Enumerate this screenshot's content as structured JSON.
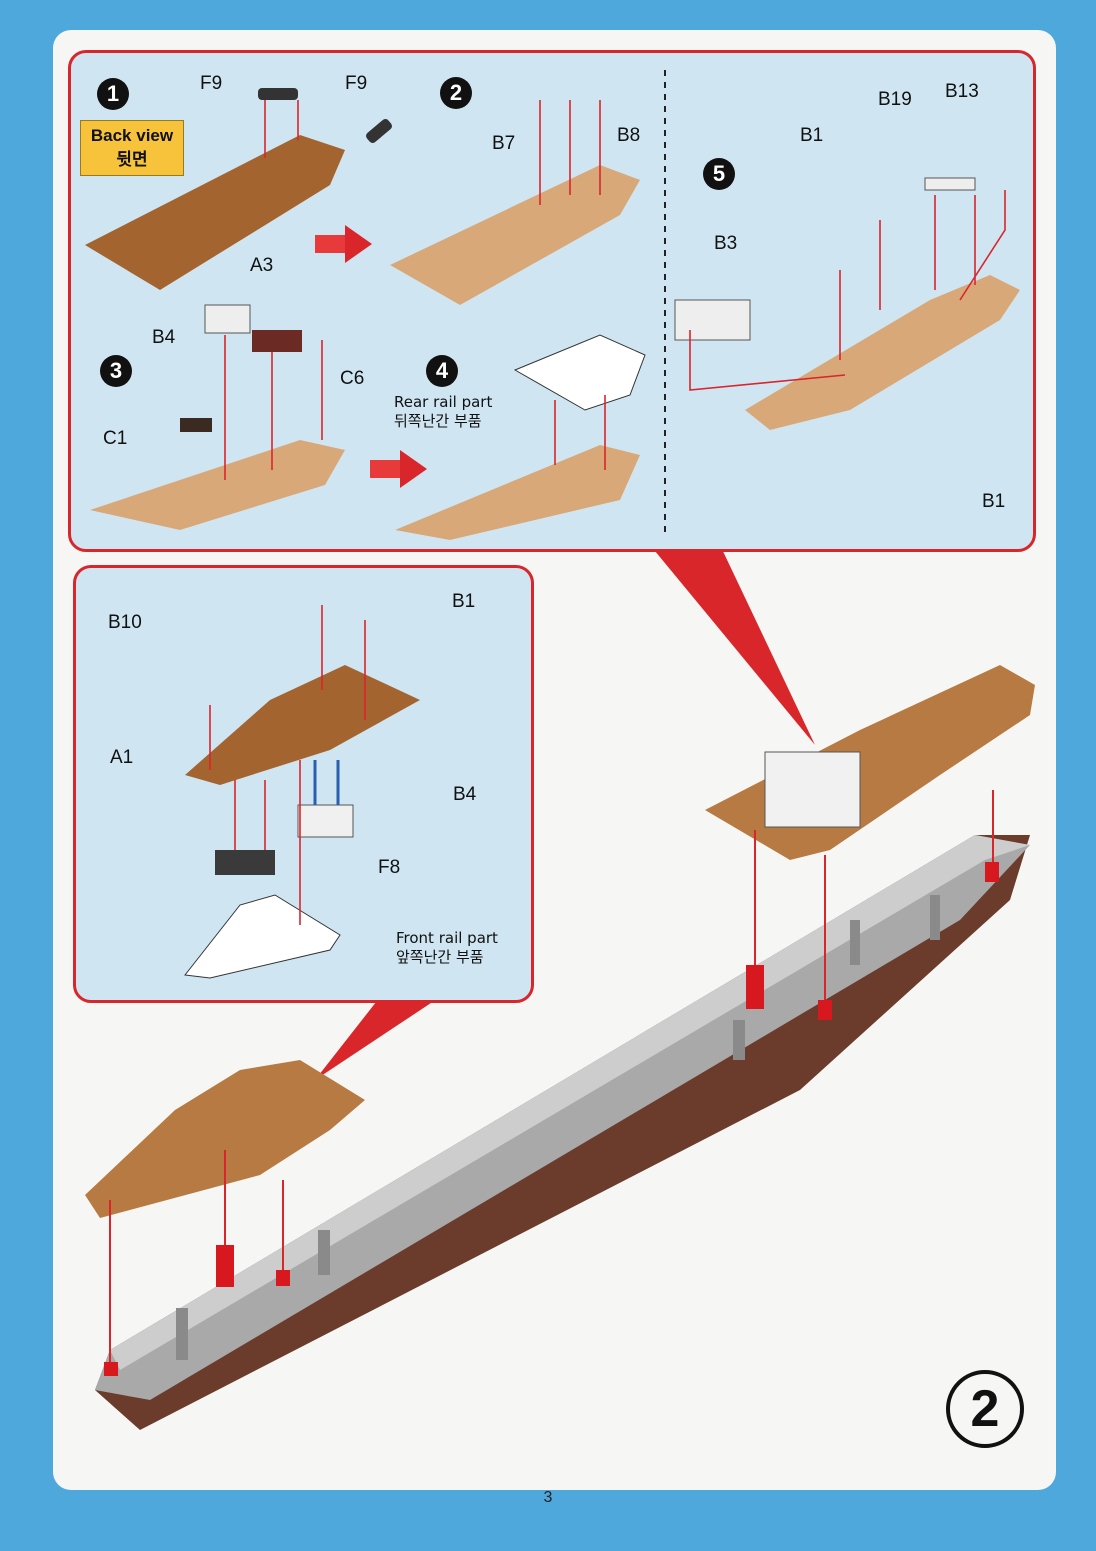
{
  "page": {
    "number": "3",
    "section_number": "2"
  },
  "steps": [
    {
      "num": "1",
      "badge": {
        "en": "Back view",
        "ko": "뒷면"
      },
      "parts": [
        "F9",
        "F9",
        "A3"
      ]
    },
    {
      "num": "2",
      "parts": [
        "B7",
        "B8"
      ]
    },
    {
      "num": "3",
      "parts": [
        "B4",
        "C6",
        "C1"
      ]
    },
    {
      "num": "4",
      "note": {
        "en": "Rear rail part",
        "ko": "뒤쪽난간 부품"
      }
    },
    {
      "num": "5",
      "parts": [
        "B19",
        "B13",
        "B1",
        "B3",
        "B1"
      ]
    }
  ],
  "bow_assembly": {
    "parts": [
      "B1",
      "B10",
      "A1",
      "B4",
      "F8"
    ],
    "note": {
      "en": "Front rail part",
      "ko": "앞쪽난간 부품"
    }
  },
  "colors": {
    "page_bg": "#4fa8dc",
    "panel_bg": "#cfe6f2",
    "panel_border": "#d9262b",
    "deck": "#b77a43",
    "hull": "#6b3b2c",
    "funnel_red": "#d7191f",
    "badge": "#f7c33a"
  }
}
